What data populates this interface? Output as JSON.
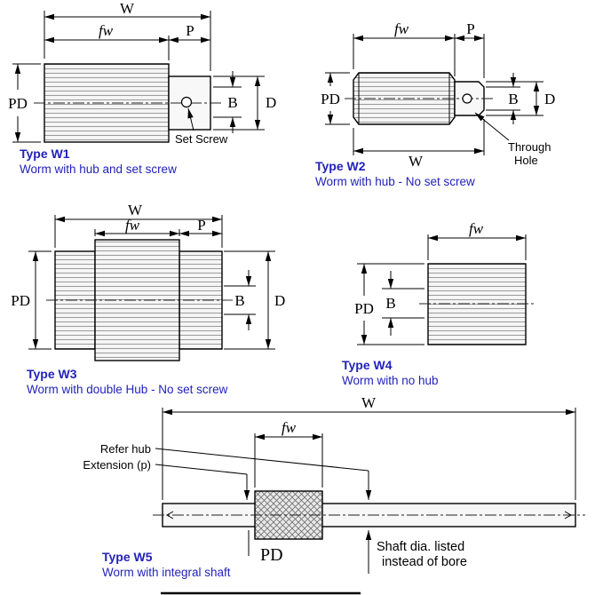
{
  "colors": {
    "caption_blue": "#2222bb"
  },
  "dim_labels": {
    "W": "W",
    "fw": "fw",
    "P": "P",
    "PD": "PD",
    "B": "B",
    "D": "D"
  },
  "figures": {
    "w1": {
      "type_label": "Type W1",
      "description": "Worm with hub and set screw",
      "callout": "Set Screw"
    },
    "w2": {
      "type_label": "Type W2",
      "description": "Worm with hub - No set screw",
      "callout_line1": "Through",
      "callout_line2": "Hole"
    },
    "w3": {
      "type_label": "Type W3",
      "description": "Worm with double Hub - No set screw"
    },
    "w4": {
      "type_label": "Type W4",
      "description": "Worm with no hub"
    },
    "w5": {
      "type_label": "Type W5",
      "description": "Worm with integral shaft",
      "callout_refer_line1": "Refer hub",
      "callout_refer_line2": "Extension (p)",
      "callout_shaft_line1": "Shaft dia. listed",
      "callout_shaft_line2": "instead of bore"
    }
  }
}
